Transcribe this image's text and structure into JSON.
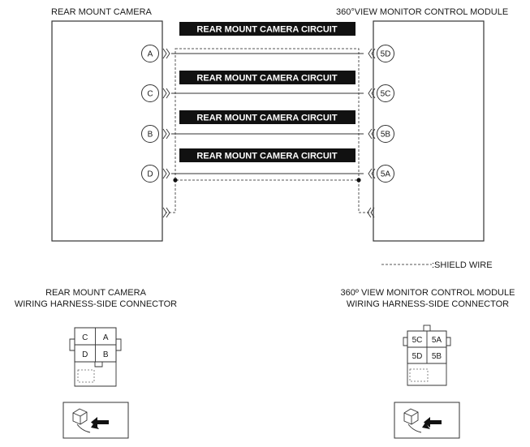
{
  "components": {
    "left_title": "REAR MOUNT CAMERA",
    "right_title": "360°VIEW MONITOR CONTROL MODULE"
  },
  "circuits": [
    {
      "label": "REAR MOUNT CAMERA CIRCUIT",
      "left_pin": "A",
      "right_pin": "5D"
    },
    {
      "label": "REAR MOUNT CAMERA CIRCUIT",
      "left_pin": "C",
      "right_pin": "5C"
    },
    {
      "label": "REAR MOUNT CAMERA CIRCUIT",
      "left_pin": "B",
      "right_pin": "5B"
    },
    {
      "label": "REAR MOUNT CAMERA CIRCUIT",
      "left_pin": "D",
      "right_pin": "5A"
    }
  ],
  "legend": {
    "shield_wire": ":SHIELD WIRE"
  },
  "connectors": {
    "left": {
      "title_line1": "REAR MOUNT CAMERA",
      "title_line2": "WIRING HARNESS-SIDE CONNECTOR",
      "cells": [
        "C",
        "A",
        "D",
        "B"
      ]
    },
    "right": {
      "title_line1": "360º VIEW MONITOR CONTROL MODULE",
      "title_line2": "WIRING HARNESS-SIDE CONNECTOR",
      "cells": [
        "5C",
        "5A",
        "5D",
        "5B"
      ]
    }
  },
  "colors": {
    "band": "#111111",
    "line": "#333333"
  }
}
